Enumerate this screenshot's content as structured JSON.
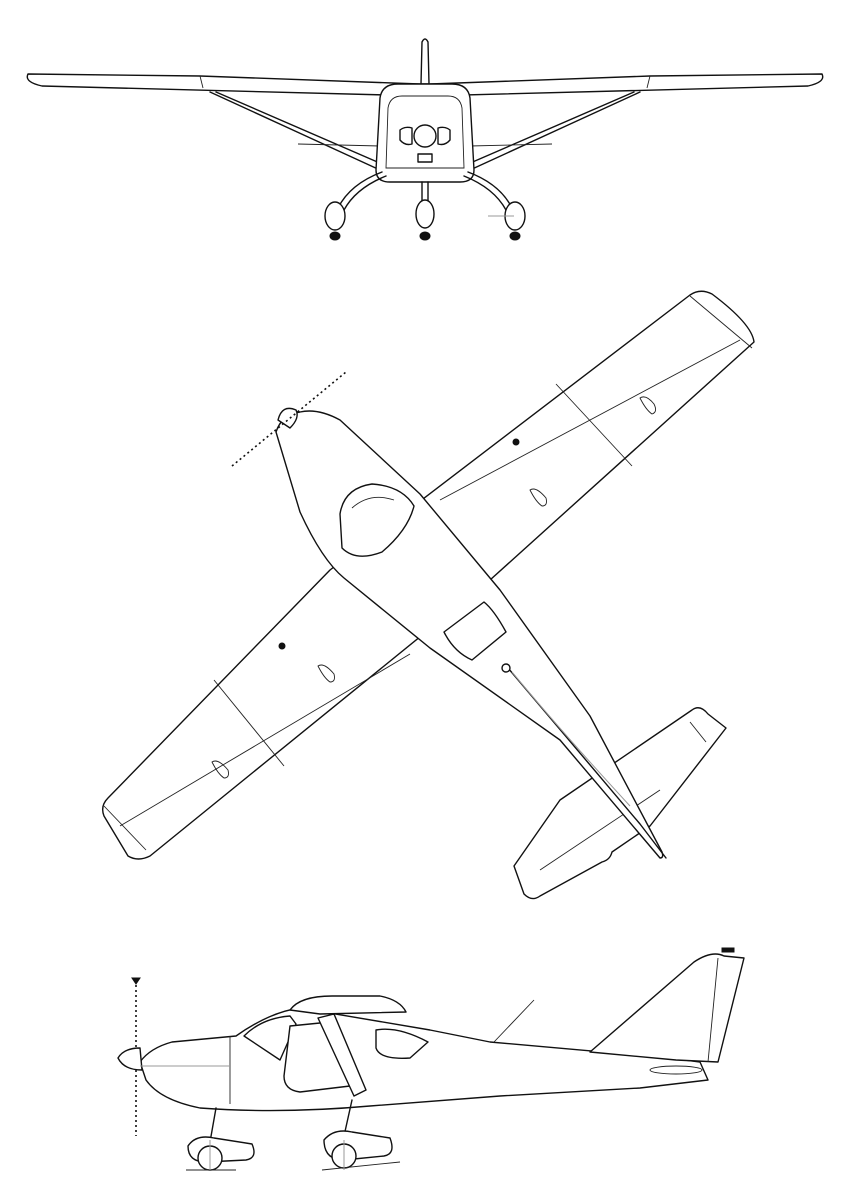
{
  "drawing": {
    "views": [
      "front",
      "top",
      "side"
    ],
    "subject": "three-view-aircraft"
  }
}
